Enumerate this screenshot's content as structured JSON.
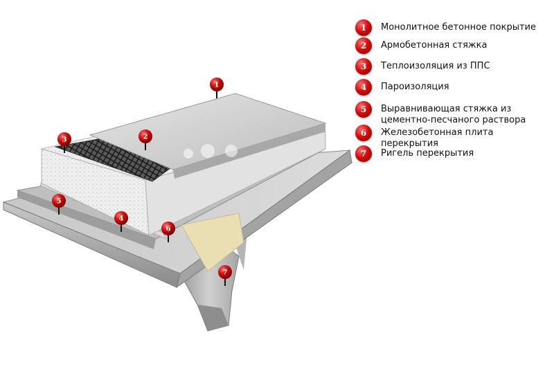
{
  "legend": {
    "items": [
      {
        "num": "1",
        "label": "Монолитное бетонное покрытие"
      },
      {
        "num": "2",
        "label": "Армобетонная стяжка"
      },
      {
        "num": "3",
        "label": "Теплоизоляция из ППС"
      },
      {
        "num": "4",
        "label": "Пароизоляция"
      },
      {
        "num": "5",
        "label": "Выравнивающая стяжка из\nцементно-песчаного раствора"
      },
      {
        "num": "6",
        "label": "Железобетонная плита перекрытия"
      },
      {
        "num": "7",
        "label": "Ригель перекрытия"
      }
    ]
  },
  "diagram": {
    "markers": [
      "1",
      "2",
      "3",
      "4",
      "5",
      "6",
      "7"
    ],
    "colors": {
      "marker_red": "#d20e0e",
      "concrete_light": "#d6d6d6",
      "concrete_dark": "#8f8f8f",
      "insulation": "#eeeeee",
      "mesh": "#2a2a2a",
      "rail": "#e6dcb0"
    }
  }
}
